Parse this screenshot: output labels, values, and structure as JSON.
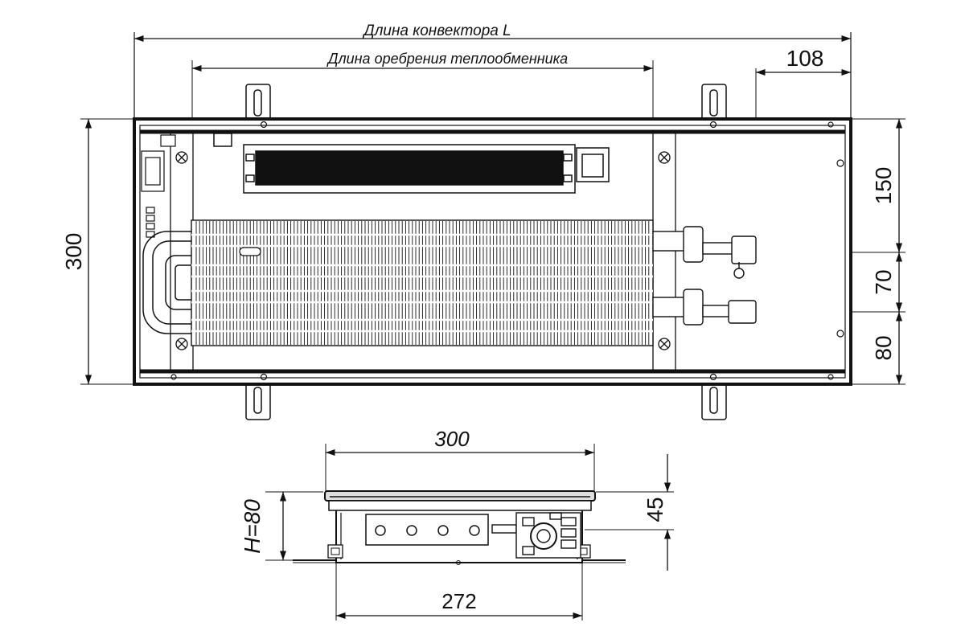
{
  "top_view": {
    "label_length_convector": "Длина конвектора L",
    "label_length_fins": "Длина оребрения теплообменника",
    "dim_offset": "108",
    "dim_width": "300",
    "dim_top": "150",
    "dim_mid": "70",
    "dim_bottom": "80"
  },
  "side_view": {
    "dim_width_top": "300",
    "dim_height": "H=80",
    "dim_frame": "45",
    "dim_width_bottom": "272"
  },
  "colors": {
    "line": "#111111",
    "fill_dark": "#111111",
    "fill_light": "#ffffff",
    "frame_gray": "#dddddd"
  }
}
